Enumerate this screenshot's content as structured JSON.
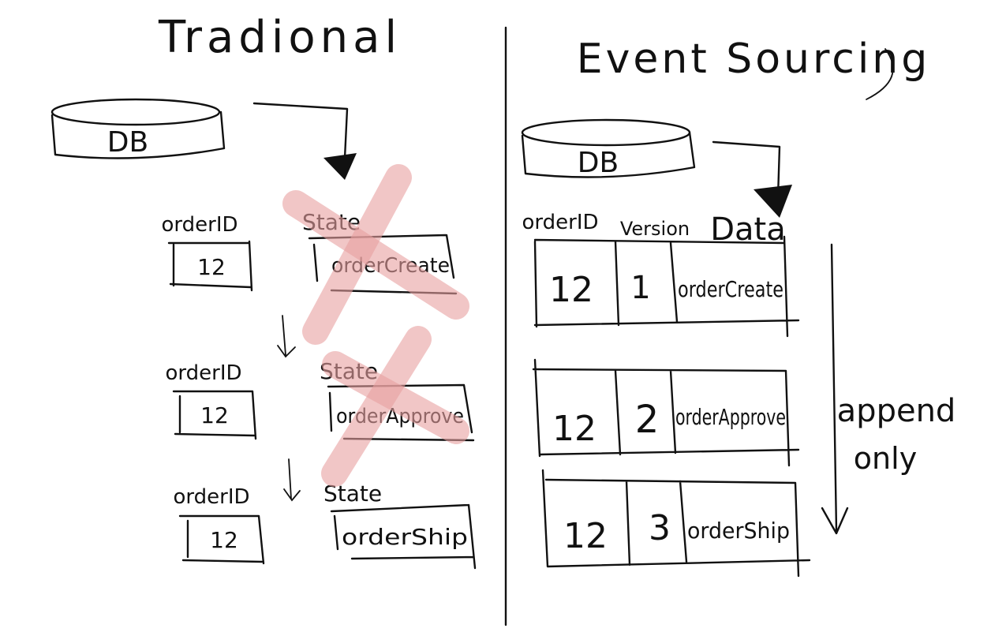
{
  "left": {
    "title": "Tradional",
    "db_label": "DB",
    "rows": [
      {
        "id_header": "orderID",
        "id_value": "12",
        "state_header": "State",
        "state_value": "orderCreate",
        "crossed_out": true
      },
      {
        "id_header": "orderID",
        "id_value": "12",
        "state_header": "State",
        "state_value": "orderApprove",
        "crossed_out": true
      },
      {
        "id_header": "orderID",
        "id_value": "12",
        "state_header": "State",
        "state_value": "orderShip",
        "crossed_out": false
      }
    ]
  },
  "right": {
    "title": "Event Sourcing",
    "db_label": "DB",
    "headers": {
      "id": "orderID",
      "version": "Version",
      "data": "Data"
    },
    "events": [
      {
        "id": "12",
        "version": "1",
        "data": "orderCreate"
      },
      {
        "id": "12",
        "version": "2",
        "data": "orderApprove"
      },
      {
        "id": "12",
        "version": "3",
        "data": "orderShip"
      }
    ],
    "note": [
      "append",
      "only"
    ]
  },
  "colors": {
    "ink": "#111111",
    "cross": "#e8a0a0"
  }
}
